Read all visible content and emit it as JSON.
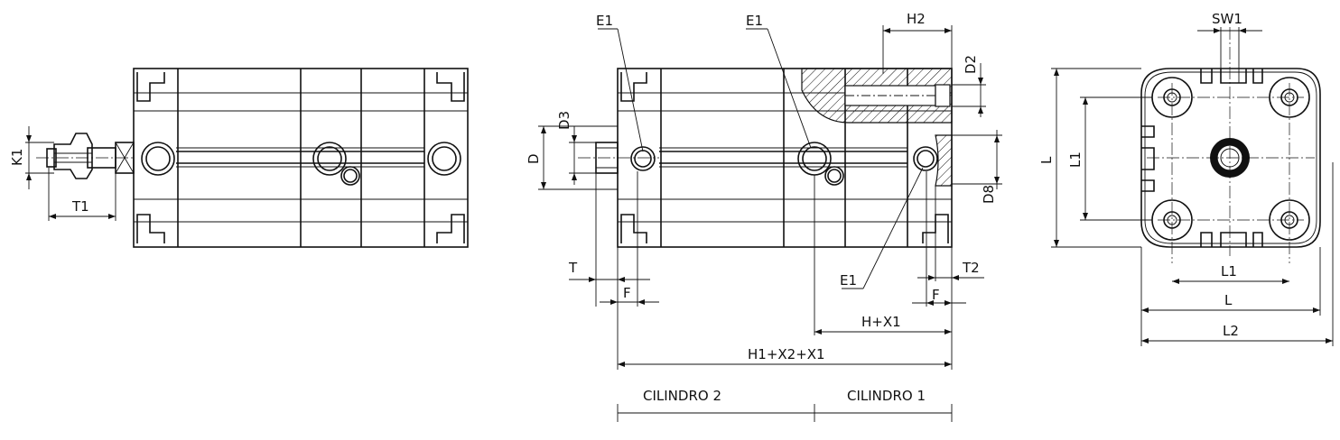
{
  "labels": {
    "k1": "K1",
    "t1": "T1",
    "e1_top_left": "E1",
    "e1_top_mid": "E1",
    "e1_bottom": "E1",
    "h2": "H2",
    "d2": "D2",
    "d3": "D3",
    "d": "D",
    "d8": "D8",
    "t": "T",
    "f_left": "F",
    "f_right": "F",
    "t2": "T2",
    "h_x1": "H+X1",
    "h1_x2_x1": "H1+X2+X1",
    "cilindro_2": "CILINDRO 2",
    "cilindro_1": "CILINDRO 1",
    "sw1": "SW1",
    "l_vertical": "L",
    "l1_vertical": "L1",
    "l1_horizontal": "L1",
    "l_horizontal": "L",
    "l2": "L2"
  }
}
